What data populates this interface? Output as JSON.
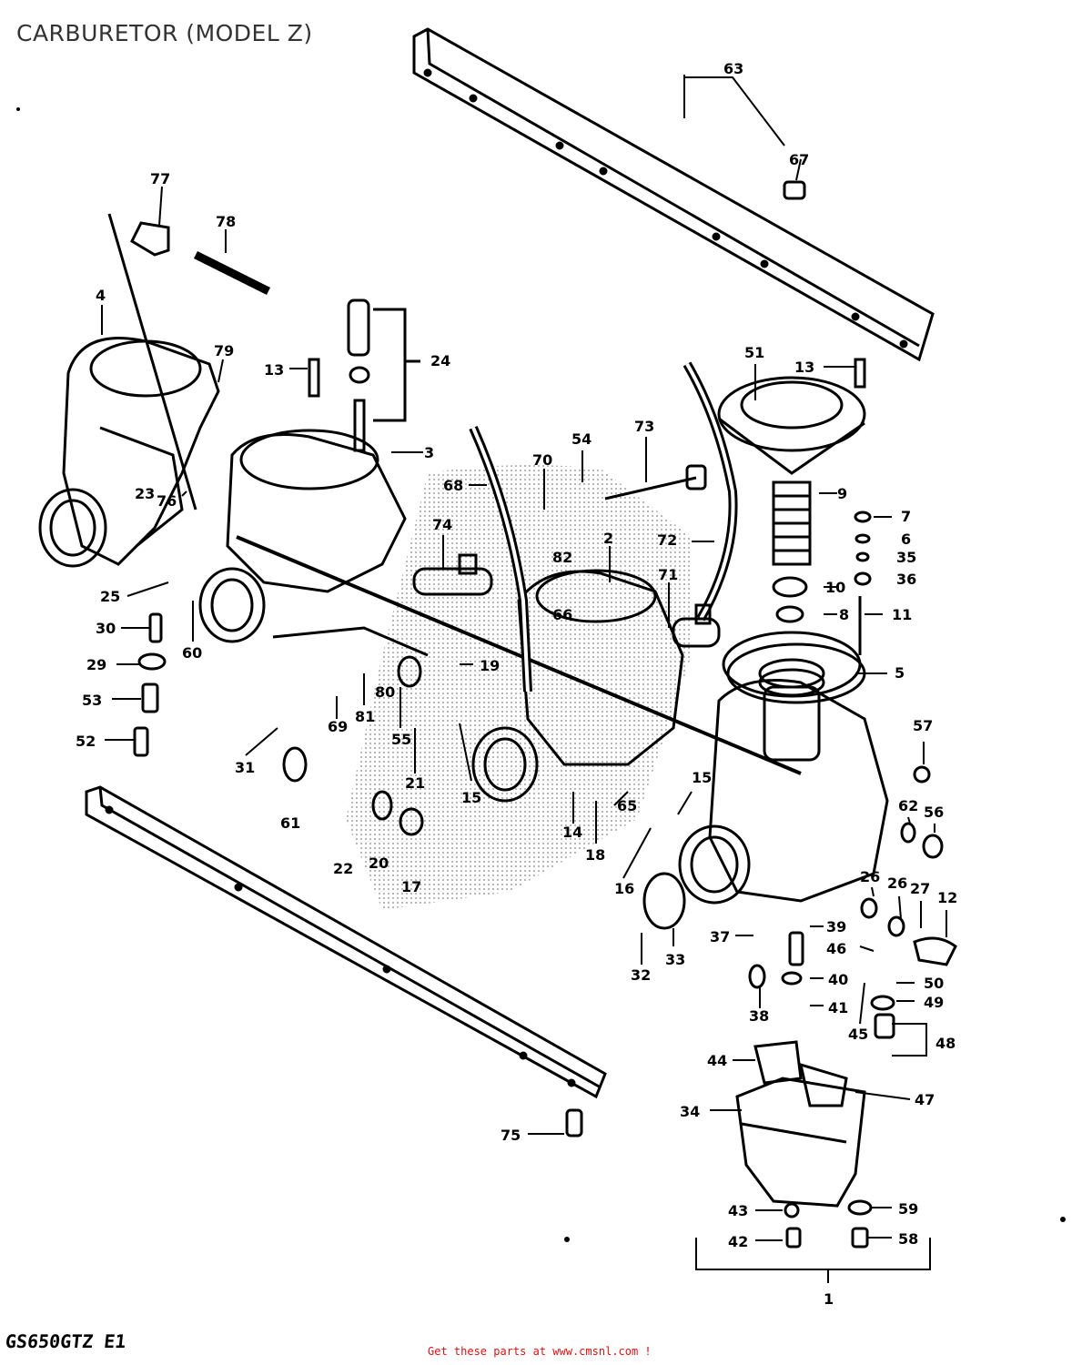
{
  "diagram": {
    "title": "CARBURETOR (MODEL Z)",
    "model_code": "GS650GTZ E1",
    "footer_link": "Get these parts at www.cmsnl.com !",
    "part_labels": {
      "p1": "1",
      "p2": "2",
      "p3": "3",
      "p4": "4",
      "p5": "5",
      "p6": "6",
      "p7": "7",
      "p8": "8",
      "p9": "9",
      "p10": "10",
      "p11": "11",
      "p12": "12",
      "p13a": "13",
      "p13b": "13",
      "p14": "14",
      "p15a": "15",
      "p15b": "15",
      "p16": "16",
      "p17": "17",
      "p18": "18",
      "p19": "19",
      "p20": "20",
      "p21": "21",
      "p22": "22",
      "p23": "23",
      "p24": "24",
      "p25": "25",
      "p26a": "26",
      "p26b": "26",
      "p27": "27",
      "p29": "29",
      "p30": "30",
      "p31": "31",
      "p32": "32",
      "p33": "33",
      "p34": "34",
      "p35": "35",
      "p36": "36",
      "p37": "37",
      "p38": "38",
      "p39": "39",
      "p40": "40",
      "p41": "41",
      "p42": "42",
      "p43": "43",
      "p44": "44",
      "p45": "45",
      "p46": "46",
      "p47": "47",
      "p48": "48",
      "p49": "49",
      "p50": "50",
      "p51": "51",
      "p52": "52",
      "p53": "53",
      "p54": "54",
      "p55": "55",
      "p56": "56",
      "p57": "57",
      "p58": "58",
      "p59": "59",
      "p60": "60",
      "p61": "61",
      "p62": "62",
      "p63": "63",
      "p65": "65",
      "p66": "66",
      "p67": "67",
      "p68": "68",
      "p69": "69",
      "p70": "70",
      "p71": "71",
      "p72": "72",
      "p73": "73",
      "p74": "74",
      "p75": "75",
      "p76": "76",
      "p77": "77",
      "p78": "78",
      "p79": "79",
      "p80": "80",
      "p81": "81",
      "p82": "82"
    }
  }
}
